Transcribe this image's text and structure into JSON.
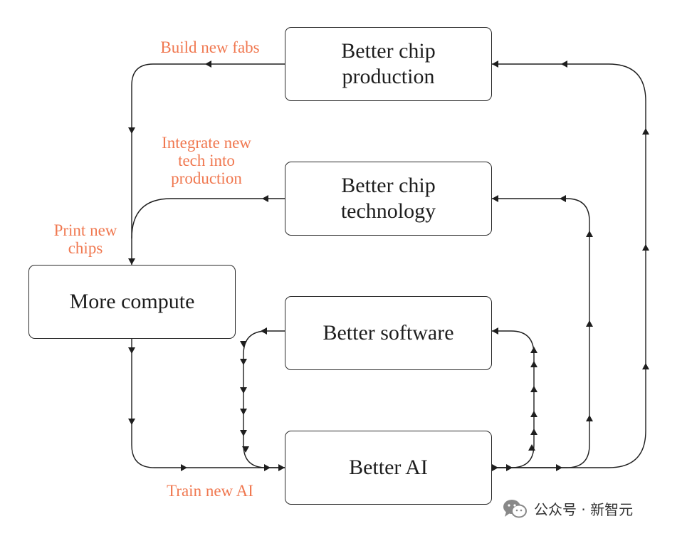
{
  "nodes": {
    "better_chip_production": "Better chip\nproduction",
    "better_chip_technology": "Better chip\ntechnology",
    "more_compute": "More compute",
    "better_software": "Better software",
    "better_ai": "Better AI"
  },
  "edge_labels": {
    "build_new_fabs": "Build new fabs",
    "integrate_new_tech": "Integrate new\ntech into\nproduction",
    "print_new_chips": "Print new\nchips",
    "train_new_ai": "Train new AI"
  },
  "colors": {
    "label_accent": "#f07850",
    "line": "#1e1e1e"
  },
  "watermark": {
    "icon": "wechat-icon",
    "text": "公众号 · 新智元"
  }
}
